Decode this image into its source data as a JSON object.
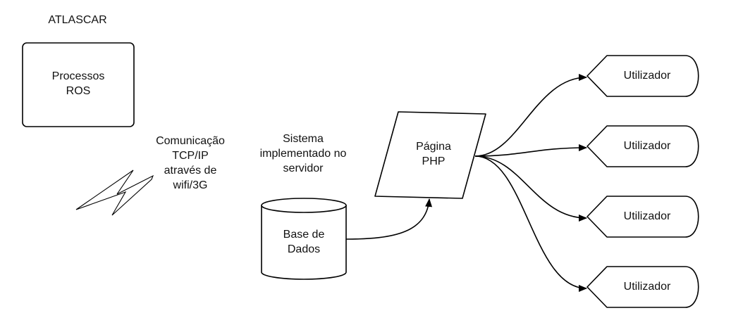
{
  "atlascar_label": "ATLASCAR",
  "ros_box": {
    "line1": "Processos",
    "line2": "ROS"
  },
  "communication": {
    "line1": "Comunicação",
    "line2": "TCP/IP",
    "line3": "através de",
    "line4": "wifi/3G"
  },
  "server_note": {
    "line1": "Sistema",
    "line2": "implementado no",
    "line3": "servidor"
  },
  "database": {
    "line1": "Base de",
    "line2": "Dados"
  },
  "php_page": {
    "line1": "Página",
    "line2": "PHP"
  },
  "users": [
    {
      "label": "Utilizador"
    },
    {
      "label": "Utilizador"
    },
    {
      "label": "Utilizador"
    },
    {
      "label": "Utilizador"
    }
  ],
  "colors": {
    "stroke": "#000000",
    "fill": "#ffffff",
    "text": "#111111"
  }
}
